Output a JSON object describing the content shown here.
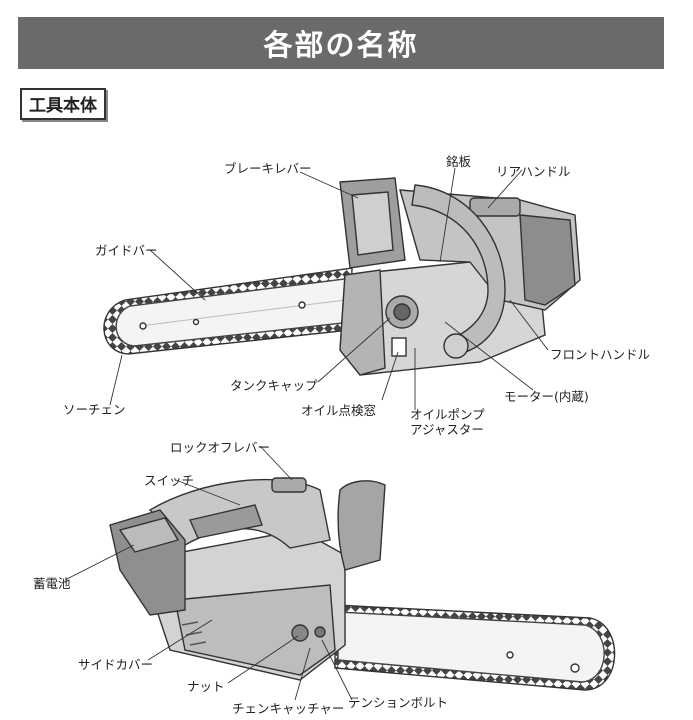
{
  "title": "各部の名称",
  "section": "工具本体",
  "labels": {
    "brake_lever": "ブレーキレバー",
    "nameplate": "銘板",
    "rear_handle": "リアハンドル",
    "guide_bar": "ガイドバー",
    "front_handle": "フロントハンドル",
    "motor": "モーター(内蔵)",
    "tank_cap": "タンクキャップ",
    "saw_chain": "ソーチェン",
    "oil_window": "オイル点検窓",
    "oil_pump_adjuster_1": "オイルポンプ",
    "oil_pump_adjuster_2": "アジャスター",
    "lock_off_lever": "ロックオフレバー",
    "switch": "スイッチ",
    "battery": "蓄電池",
    "side_cover": "サイドカバー",
    "nut": "ナット",
    "chain_catcher": "チェンキャッチャー",
    "tension_bolt": "テンションボルト"
  }
}
